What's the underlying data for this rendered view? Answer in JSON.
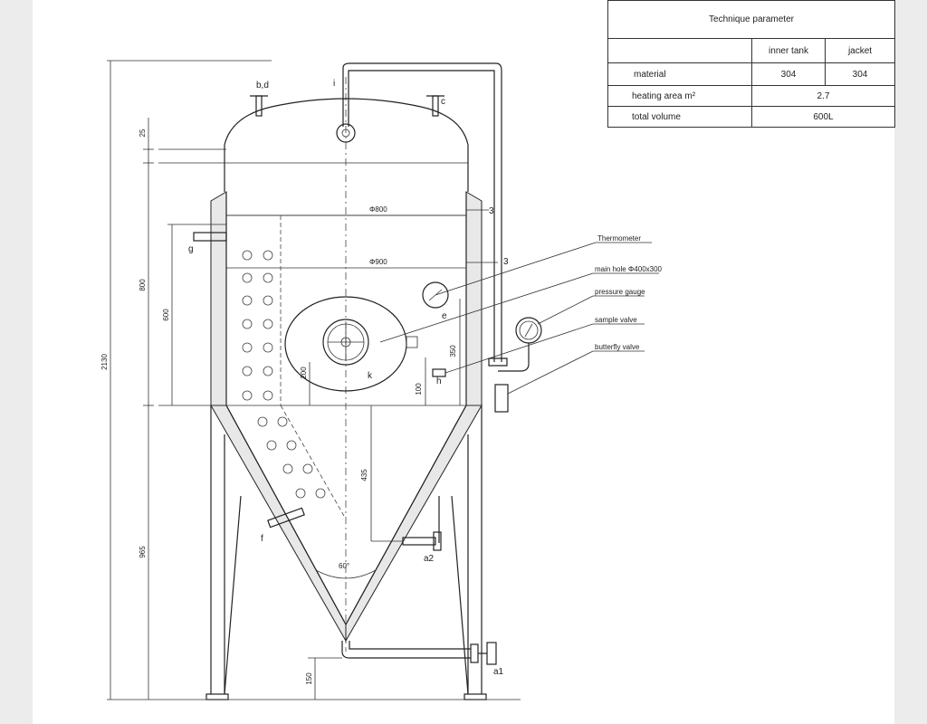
{
  "table": {
    "title": "Technique parameter",
    "header": [
      "",
      "inner tank",
      "jacket"
    ],
    "rows": [
      {
        "label": "material",
        "inner": "304",
        "jacket": "304"
      },
      {
        "label": "heating area m²",
        "value": "2.7"
      },
      {
        "label": "total volume",
        "value": "600L"
      }
    ]
  },
  "callouts": {
    "thermometer": "Thermometer",
    "manhole": "main hole Φ400x300",
    "pressure_gauge": "pressure gauge",
    "sample_valve": "sample valve",
    "butterfly_valve": "butterfly valve"
  },
  "letters": {
    "bd": "b,d",
    "i": "i",
    "c": "c",
    "g": "g",
    "e": "e",
    "k": "k",
    "h": "h",
    "f": "f",
    "a2": "a2",
    "a1": "a1",
    "three_top": "3",
    "three_bottom": "3"
  },
  "dims": {
    "overall": "2130",
    "top": "25",
    "jacket_height": "800",
    "jacket_inner": "600",
    "cone": "965",
    "legs": "150",
    "d800": "Φ800",
    "d900": "Φ900",
    "manhole_h": "200",
    "side_350": "350",
    "side_100": "100",
    "cone_435": "435",
    "angle": "60°"
  }
}
